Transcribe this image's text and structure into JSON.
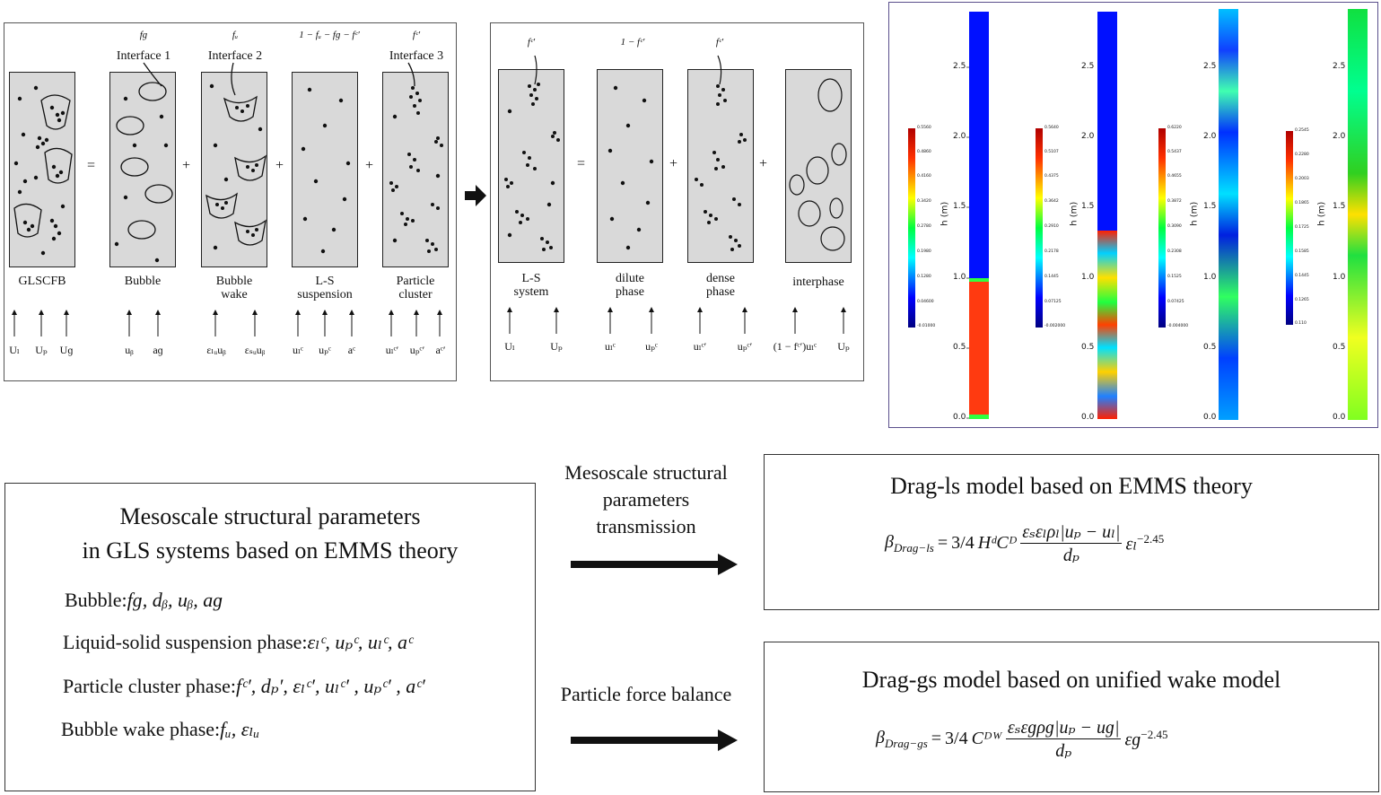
{
  "panel_a": {
    "columns": [
      {
        "top1": "",
        "top2": "",
        "label": "GLSCFB",
        "arrows": [
          "Uₗ",
          "Uₚ",
          "Uɡ"
        ]
      },
      {
        "top1": "fɡ",
        "top2": "Interface 1",
        "label": "Bubble",
        "arrows": [
          "uᵦ",
          "aɡ"
        ]
      },
      {
        "top1": "fᵤ",
        "top2": "Interface 2",
        "label": "Bubble\nwake",
        "arrows": [
          "εₗᵤuᵦ",
          "εₛᵤuᵦ"
        ]
      },
      {
        "top1": "1 − fᵤ − fɡ − fᶜ′",
        "top2": "",
        "label": "L-S\nsuspension",
        "arrows": [
          "uₗᶜ",
          "uₚᶜ",
          "aᶜ"
        ]
      },
      {
        "top1": "fᶜ′",
        "top2": "Interface 3",
        "label": "Particle\ncluster",
        "arrows": [
          "uₗᶜ′",
          "uₚᶜ′",
          "aᶜ′"
        ]
      }
    ],
    "operators": [
      "=",
      "+",
      "+",
      "+"
    ]
  },
  "panel_b": {
    "columns": [
      {
        "top1": "fᶜ′",
        "label": "L-S\nsystem",
        "arrows": [
          "Uₗ",
          "Uₚ"
        ]
      },
      {
        "top1": "1 − fᶜ′",
        "label": "dilute\nphase",
        "arrows": [
          "uₗᶜ",
          "uₚᶜ"
        ]
      },
      {
        "top1": "fᶜ′",
        "label": "dense\nphase",
        "arrows": [
          "uₗᶜ′",
          "uₚᶜ′"
        ]
      },
      {
        "top1": "",
        "label": "interphase",
        "arrows": [
          "(1 − fᶜ′)uₗᶜ",
          "Uₚ"
        ]
      }
    ],
    "operators": [
      "=",
      "+",
      "+"
    ]
  },
  "contours": {
    "axis_label": "h (m)",
    "yticks": [
      "0.0",
      "0.5",
      "1.0",
      "1.5",
      "2.0",
      "2.5"
    ],
    "colorbars": [
      {
        "ticks": [
          "0.5560",
          "0.4860",
          "0.4160",
          "0.3420",
          "0.2780",
          "0.1980",
          "0.1280",
          "0.04600",
          "-0.01000"
        ]
      },
      {
        "ticks": [
          "0.5640",
          "0.5107",
          "0.4375",
          "0.3642",
          "0.2910",
          "0.2178",
          "0.1445",
          "0.07125",
          "-0.002000"
        ]
      },
      {
        "ticks": [
          "0.6220",
          "0.5437",
          "0.4655",
          "0.3872",
          "0.3090",
          "0.2308",
          "0.1525",
          "0.07425",
          "-0.004000"
        ]
      },
      {
        "ticks": [
          "0.2545",
          "0.2280",
          "0.2003",
          "0.1865",
          "0.1725",
          "0.1585",
          "0.1445",
          "0.1265",
          "0.110"
        ]
      }
    ]
  },
  "bottom": {
    "left_box": {
      "title_line1": "Mesoscale structural parameters",
      "title_line2": "in GLS systems based on EMMS theory",
      "items": [
        {
          "label": "Bubble:",
          "vars": "fɡ, dᵦ, uᵦ, aɡ"
        },
        {
          "label": "Liquid-solid suspension phase:",
          "vars": "εₗᶜ, uₚᶜ, uₗᶜ, aᶜ"
        },
        {
          "label": "Particle cluster phase:",
          "vars": "fᶜ′, dₚ′, εₗᶜ′, uₗᶜ′ , uₚᶜ′ , aᶜ′"
        },
        {
          "label": "Bubble wake phase:",
          "vars": "fᵤ, εₗᵤ"
        }
      ]
    },
    "arrow1_label": "Mesoscale structural\nparameters\ntransmission",
    "arrow2_label": "Particle force balance",
    "right_box1": {
      "title": "Drag-ls model based on EMMS theory",
      "lhs": "β",
      "lhs_sub": "Drag−ls",
      "coef": "3/4",
      "mid": "HᵈCᴰ",
      "num": "εₛεₗρₗ|uₚ − uₗ|",
      "den": "dₚ",
      "tail": "εₗ",
      "exp": "−2.45"
    },
    "right_box2": {
      "title": "Drag-gs model based on unified wake model",
      "lhs": "β",
      "lhs_sub": "Drag−gs",
      "coef": "3/4",
      "mid": "Cᴰᵂ",
      "num": "εₛεɡρɡ|uₚ − uɡ|",
      "den": "dₚ",
      "tail": "εɡ",
      "exp": "−2.45"
    }
  }
}
